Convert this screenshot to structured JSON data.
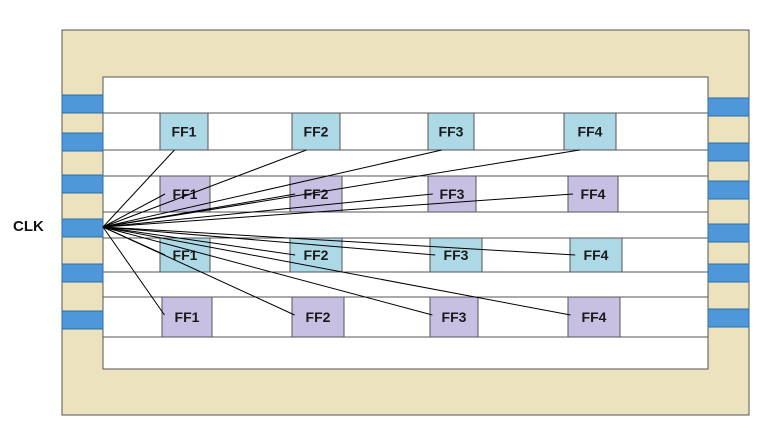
{
  "clock": {
    "label": "CLK"
  },
  "colors": {
    "frame": "#EDE2BE",
    "io_pad": "#4E97D9",
    "ff_blue": "#ADD8E6",
    "ff_purple": "#C8C0E3",
    "line": "#000000"
  },
  "rows": [
    {
      "name": "row-1",
      "cells": [
        {
          "label": "FF1",
          "color": "blue"
        },
        {
          "label": "FF2",
          "color": "blue"
        },
        {
          "label": "FF3",
          "color": "blue"
        },
        {
          "label": "FF4",
          "color": "blue"
        }
      ]
    },
    {
      "name": "row-2",
      "cells": [
        {
          "label": "FF1",
          "color": "purple"
        },
        {
          "label": "FF2",
          "color": "purple"
        },
        {
          "label": "FF3",
          "color": "purple"
        },
        {
          "label": "FF4",
          "color": "purple"
        }
      ]
    },
    {
      "name": "row-3",
      "cells": [
        {
          "label": "FF1",
          "color": "blue"
        },
        {
          "label": "FF2",
          "color": "blue"
        },
        {
          "label": "FF3",
          "color": "blue"
        },
        {
          "label": "FF4",
          "color": "blue"
        }
      ]
    },
    {
      "name": "row-4",
      "cells": [
        {
          "label": "FF1",
          "color": "purple"
        },
        {
          "label": "FF2",
          "color": "purple"
        },
        {
          "label": "FF3",
          "color": "purple"
        },
        {
          "label": "FF4",
          "color": "purple"
        }
      ]
    }
  ]
}
